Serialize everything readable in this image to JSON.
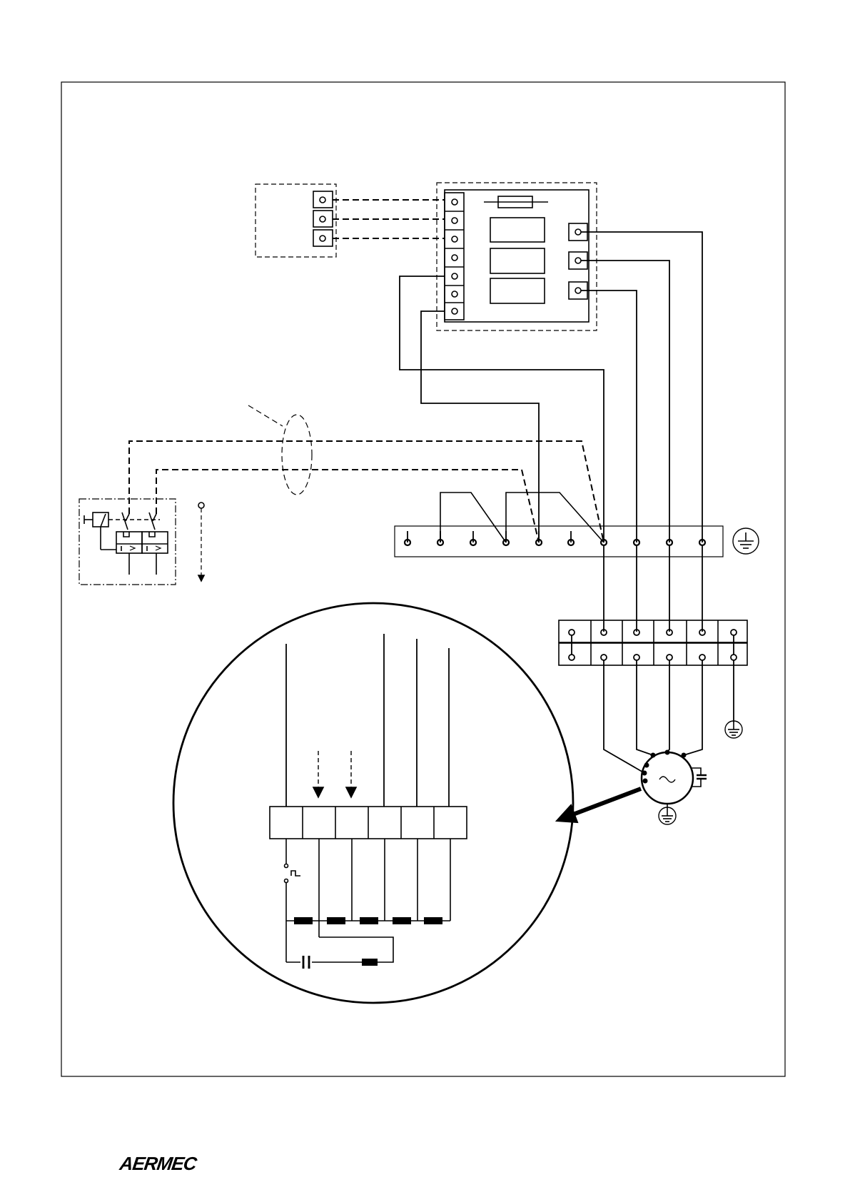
{
  "brand": {
    "logo_text": "AERMEC"
  },
  "colors": {
    "line": "#000000",
    "background": "#ffffff"
  },
  "diagram": {
    "kind": "wiring-diagram",
    "components": [
      "remote-3-terminal-block",
      "control-board-7-terminals-3-relays-fuse",
      "circuit-breaker-rcd",
      "main-terminal-strip-10-terminals",
      "earth-symbol",
      "motor-terminal-block-6x2",
      "fan-motor-with-capacitor",
      "magnified-motor-winding-detail"
    ]
  }
}
